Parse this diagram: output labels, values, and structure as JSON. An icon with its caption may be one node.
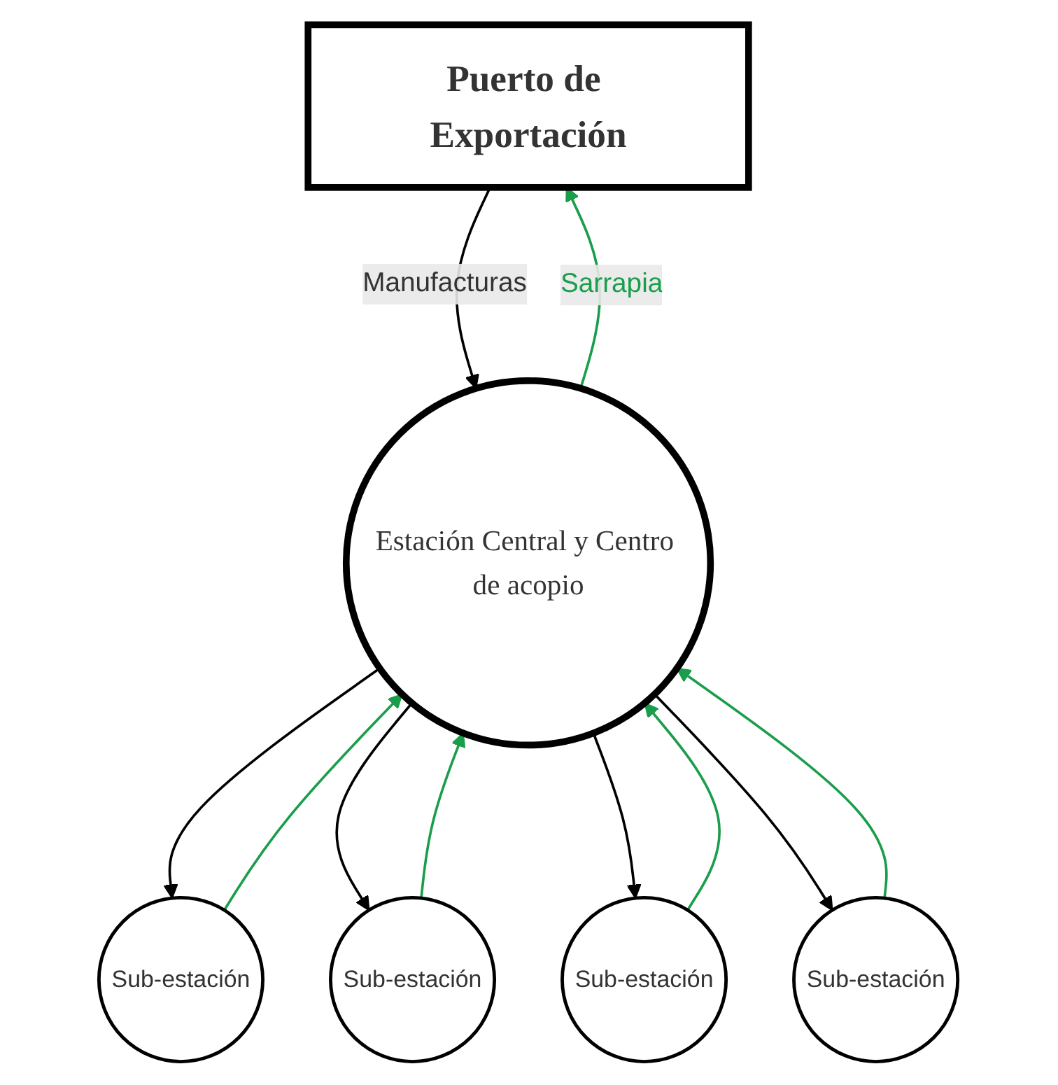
{
  "diagram": {
    "nodes": [
      {
        "text": [
          "Puerto de Exportación"
        ]
      },
      {
        "text": [
          "Estación Central y Centro de acopio"
        ]
      },
      {
        "text": [
          "Sub-estación"
        ]
      },
      {
        "text": [
          "Sub-estación"
        ]
      },
      {
        "text": [
          "Sub-estación"
        ]
      },
      {
        "text": [
          "Sub-estación"
        ]
      }
    ],
    "edges": [
      {
        "from": 0,
        "to": 1,
        "arrow": "to",
        "label": "Manufacturas"
      },
      {
        "from": 1,
        "to": 0,
        "arrow": "to",
        "label": "Sarrapia",
        "color": "#1a9e4b"
      },
      {
        "from": 1,
        "to": 2,
        "arrow": "to"
      },
      {
        "from": 2,
        "to": 1,
        "arrow": "to",
        "color": "#1a9e4b"
      },
      {
        "from": 1,
        "to": 3,
        "arrow": "to"
      },
      {
        "from": 3,
        "to": 1,
        "arrow": "to",
        "color": "#1a9e4b"
      },
      {
        "from": 1,
        "to": 4,
        "arrow": "to"
      },
      {
        "from": 4,
        "to": 1,
        "arrow": "to",
        "color": "#1a9e4b"
      },
      {
        "from": 1,
        "to": 5,
        "arrow": "to"
      },
      {
        "from": 5,
        "to": 1,
        "arrow": "to",
        "color": "#1a9e4b"
      }
    ]
  }
}
